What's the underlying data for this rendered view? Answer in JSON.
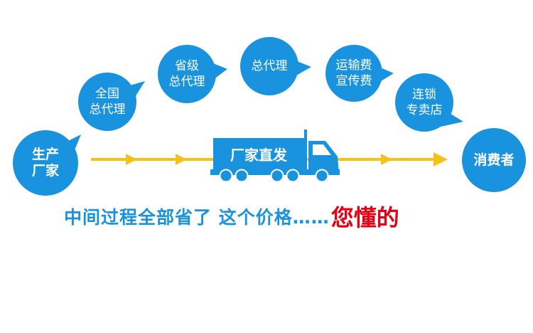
{
  "colors": {
    "bubble_blue": "#1a93de",
    "arrow_yellow": "#f5c21b",
    "truck_blue": "#1a93de",
    "highlight_red": "#e60012",
    "text_white": "#ffffff"
  },
  "stages": {
    "producer": [
      "生产",
      "厂家"
    ],
    "national_agent": [
      "全国",
      "总代理"
    ],
    "provincial_agent": [
      "省级",
      "总代理"
    ],
    "general_agent": [
      "总代理"
    ],
    "shipping_promotion": [
      "运输费",
      "宣传费"
    ],
    "chain_store": [
      "连锁",
      "专卖店"
    ],
    "consumer": [
      "消费者"
    ]
  },
  "truck": {
    "label": "厂家直发"
  },
  "caption": {
    "main": "中间过程全部省了  这个价格……",
    "highlight": "您懂的"
  }
}
